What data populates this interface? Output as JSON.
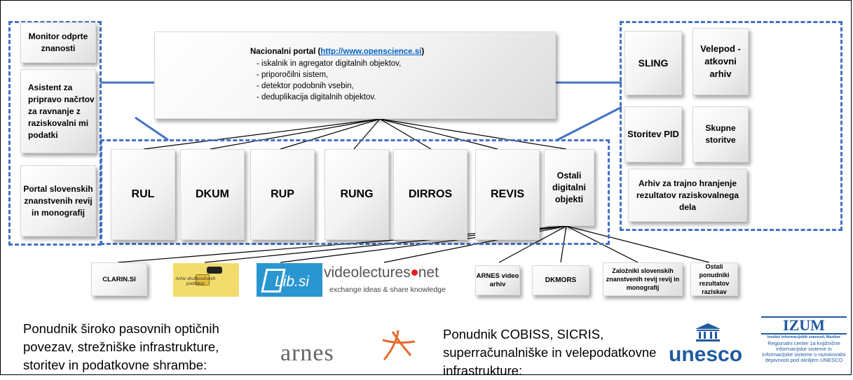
{
  "left_boxes": [
    {
      "label": "Monitor odprte znanosti"
    },
    {
      "label": "Asistent za pripravo načrtov za ravnanje z raziskovalni mi podatki"
    },
    {
      "label": "Portal slovenskih znanstvenih revij in monografij"
    }
  ],
  "portal": {
    "title_prefix": "Nacionalni portal (",
    "url": "http://www.openscience.si",
    "title_suffix": ")",
    "items": [
      "- iskalnik in agregator digitalnih objektov,",
      "- priporočilni sistem,",
      "- detektor podobnih vsebin,",
      "- deduplikacija digitalnih objektov."
    ]
  },
  "repositories": [
    "RUL",
    "DKUM",
    "RUP",
    "RUNG",
    "DIRROS",
    "REVIS",
    "Ostali digitalni objekti"
  ],
  "right_boxes": [
    "SLING",
    "Velepod -atkovni arhiv",
    "Storitev PID",
    "Skupne storitve",
    "Arhiv za trajno hranjenje rezultatov raziskovalnega dela"
  ],
  "providers": {
    "clarin": "CLARIN.SI",
    "arhiv_druzboslovnih": "Arhiv družboslovnih podatkov",
    "libsi": "Lib.si",
    "videolectures": {
      "main_left": "videolectures",
      "main_right": "net",
      "tagline": "exchange ideas & share knowledge"
    },
    "arnes_video": "ARNES video arhiv",
    "dkmors": "DKMORS",
    "zalozniki": "Založniki slovenskih znanstvenih revij revij in monografij",
    "ostali": "Ostali ponudniki rezultatov raziskav"
  },
  "bottom": {
    "left_text": "Ponudnik široko pasovnih optičnih povezav, strežniške infrastrukture, storitev in podatkovne shrambe:",
    "arnes_logo": "arnes",
    "right_text": "Ponudnik  COBISS, SICRIS, superračunalniške in velepodatkovne infrastrukture:",
    "unesco_logo": "unesco",
    "izum_title": "IZUM",
    "izum_subtitle": "Institut informacijskih znanosti, Maribor",
    "izum_desc": "Regionalni center za knjižnične informacijske sisteme in informacijske sisteme o raziskovalni dejavnosti pod okriljem UNESCO"
  },
  "colors": {
    "dashed_blue": "#4472c4",
    "link_blue": "#0563c1",
    "arnes_red": "#e86a2e",
    "unesco_blue": "#1e5aa0"
  }
}
